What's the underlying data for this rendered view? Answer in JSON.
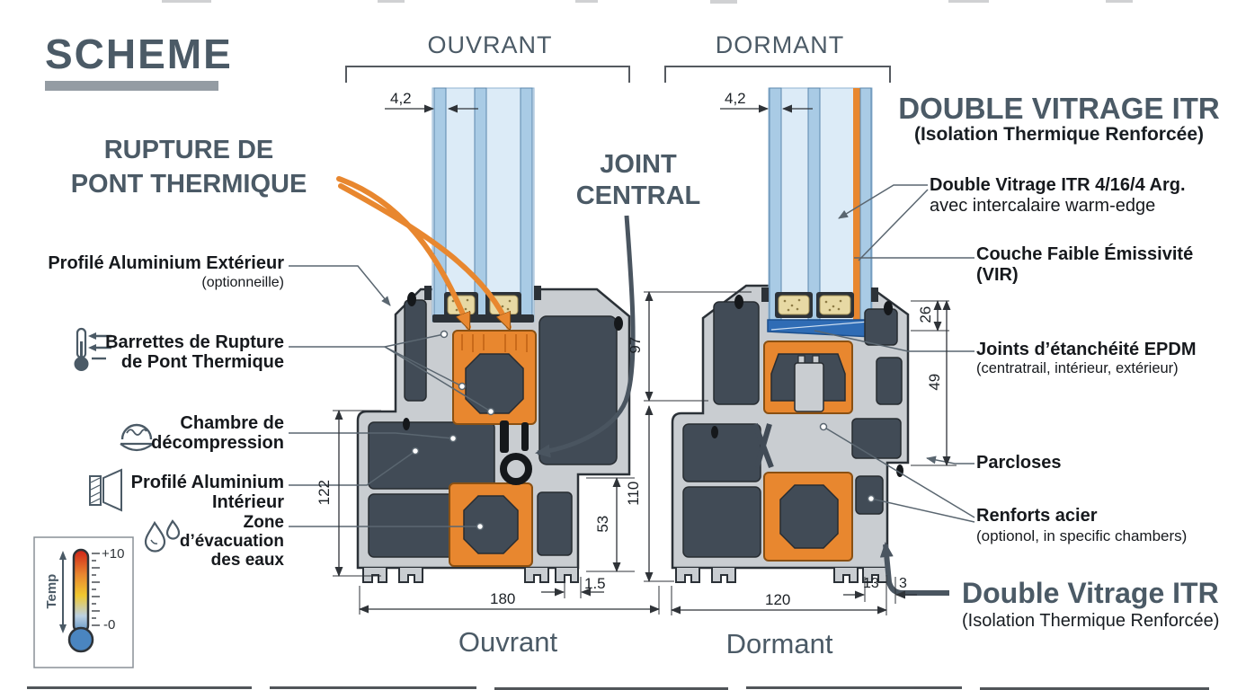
{
  "title": {
    "text": "SCHEME"
  },
  "sections": {
    "ouvrant_header": "OUVRANT",
    "dormant_header": "DORMANT",
    "ouvrant_caption": "Ouvrant",
    "dormant_caption": "Dormant"
  },
  "callouts": {
    "rupture_line1": "RUPTURE DE",
    "rupture_line2": "PONT THERMIQUE",
    "joint_line1": "JOINT",
    "joint_line2": "CENTRAL",
    "dv_top_title": "DOUBLE VITRAGE ITR",
    "dv_top_subtitle": "(Isolation Thermique Renforcée)",
    "dv_bottom_title": "Double Vitrage ITR",
    "dv_bottom_subtitle": "(Isolation Thermique Renforcée)"
  },
  "left_labels": {
    "profil_ext": "Profilé Aluminium Extérieur",
    "profil_ext_sub": "(optionneille)",
    "barrettes_line1": "Barrettes de Rupture",
    "barrettes_line2": "de Pont Thermique",
    "chambre_line1": "Chambre de",
    "chambre_line2": "décompression",
    "profil_int_line1": "Profilé Aluminium",
    "profil_int_line2": "Intérieur",
    "zone_line1": "Zone",
    "zone_line2": "d’évacuation",
    "zone_line3": "des eaux"
  },
  "right_labels": {
    "vitrage_spec_line1": "Double Vitrage ITR 4/16/4 Arg.",
    "vitrage_spec_line2": "avec intercalaire warm-edge",
    "couche_line1": "Couche Faible Émissivité",
    "couche_line2": "(VIR)",
    "joints_epdm": "Joints d’étanchéité EPDM",
    "joints_epdm_sub": "(centratrail, intérieur, extérieur)",
    "parcloses": "Parcloses",
    "renforts": "Renforts acier",
    "renforts_sub": "(optionol, in specific chambers)"
  },
  "dimensions": {
    "glass_ouvrant": "4,2",
    "glass_dormant": "4,2",
    "ouvrant_frame_height": "122",
    "dormant_upper_height": "97",
    "dormant_lower_height": "110",
    "ouvrant_sill_height": "53",
    "ouvrant_gap": "1.5",
    "ouvrant_width": "180",
    "dormant_width": "120",
    "dormant_edge_a": "13",
    "dormant_edge_b": "3",
    "parclose_height": "26",
    "glazing_seat_height": "49"
  },
  "legend": {
    "axis_label": "Temp",
    "max_label": "+10",
    "min_label": "-0"
  },
  "colors": {
    "heading": "#4B5A66",
    "accent_orange": "#E8872F",
    "epdm_blue": "#2F6CB5",
    "glass_blue": "#A9CBE5",
    "aluminum": "#C9CDD1",
    "chamber": "#414B56"
  }
}
